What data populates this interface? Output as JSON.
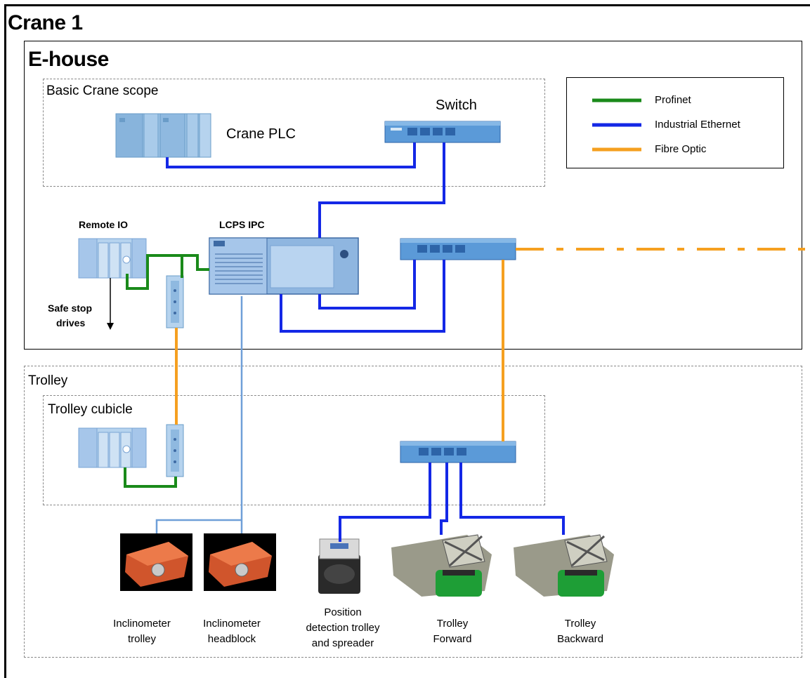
{
  "crane_title": "Crane 1",
  "ehouse_title": "E-house",
  "basic_scope_title": "Basic Crane scope",
  "crane_plc_label": "Crane PLC",
  "switch_label": "Switch",
  "remote_io_label": "Remote IO",
  "lcps_ipc_label": "LCPS IPC",
  "safe_stop_label_1": "Safe stop",
  "safe_stop_label_2": "drives",
  "trolley_title": "Trolley",
  "trolley_cubicle_title": "Trolley cubicle",
  "legend": {
    "items": [
      {
        "label": "Profinet",
        "color": "#1a8a1a"
      },
      {
        "label": "Industrial Ethernet",
        "color": "#1428e6"
      },
      {
        "label": "Fibre Optic",
        "color": "#f5a020"
      }
    ]
  },
  "devices": {
    "incl_trolley": [
      "Inclinometer",
      "trolley"
    ],
    "incl_headblock": [
      "Inclinometer",
      "headblock"
    ],
    "position": [
      "Position",
      "detection trolley",
      "and spreader"
    ],
    "trolley_forward": [
      "Trolley",
      "Forward"
    ],
    "trolley_backward": [
      "Trolley",
      "Backward"
    ]
  },
  "colors": {
    "profinet": "#1a8a1a",
    "ethernet": "#1428e6",
    "fibre": "#f5a020",
    "light_ethernet": "#6f9fd8",
    "device_blue": "#9cc3e6"
  }
}
